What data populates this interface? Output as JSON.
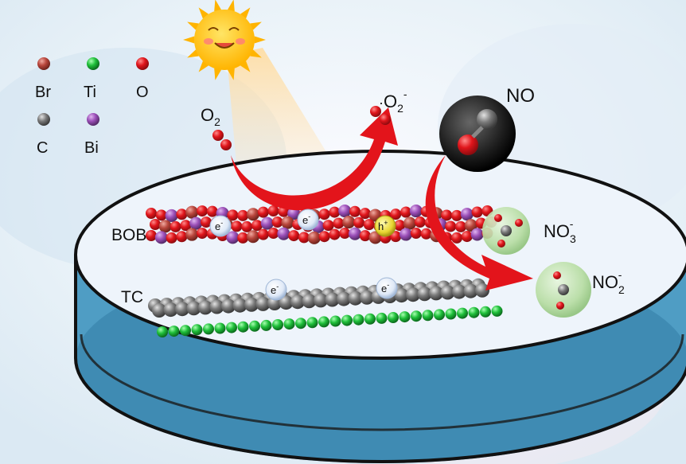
{
  "legend": {
    "items": [
      {
        "symbol": "Br",
        "color": "#b8463c"
      },
      {
        "symbol": "Ti",
        "color": "#1fbf3a"
      },
      {
        "symbol": "O",
        "color": "#e0151b"
      },
      {
        "symbol": "C",
        "color": "#6d6d6d"
      },
      {
        "symbol": "Bi",
        "color": "#9b4fb8"
      }
    ]
  },
  "labels": {
    "o2": "O",
    "o2_sub": "2",
    "superoxide_dot": "·",
    "superoxide": "O",
    "superoxide_sub": "2",
    "superoxide_sup": "-",
    "no": "NO",
    "no3": "NO",
    "no3_sub": "3",
    "no3_sup": "-",
    "no2": "NO",
    "no2_sub": "2",
    "no2_sup": "-",
    "bob": "BOB",
    "tc": "TC",
    "electron": "e",
    "electron_sup": "-",
    "hole": "h",
    "hole_sup": "+"
  },
  "colors": {
    "arrow": "#e3141b",
    "dish_side": "#4f9dc4",
    "dish_top": "#eef4fb",
    "sun": "#ffc51a",
    "bubble": "#b5dca0"
  }
}
